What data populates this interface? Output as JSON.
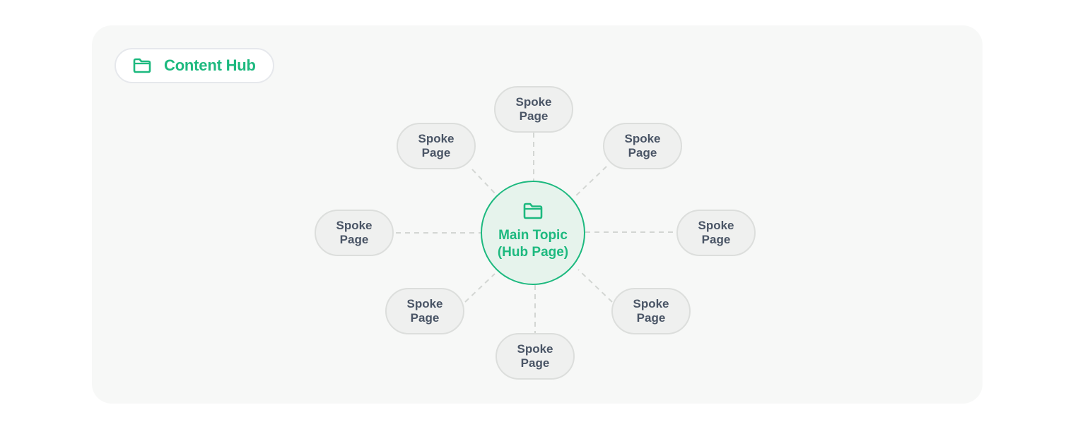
{
  "badge": {
    "label": "Content Hub",
    "icon": "folder-icon"
  },
  "hub": {
    "label": "Main Topic (Hub Page)",
    "icon": "folder-icon"
  },
  "spokes": [
    {
      "label": "Spoke Page"
    },
    {
      "label": "Spoke Page"
    },
    {
      "label": "Spoke Page"
    },
    {
      "label": "Spoke Page"
    },
    {
      "label": "Spoke Page"
    },
    {
      "label": "Spoke Page"
    },
    {
      "label": "Spoke Page"
    },
    {
      "label": "Spoke Page"
    }
  ],
  "colors": {
    "accent": "#1db97f",
    "hub_fill": "#e6f3ec",
    "spoke_fill": "#eff0ef",
    "spoke_text": "#4a5566",
    "connector": "#d3d6d3",
    "card_background": "#f7f8f7"
  }
}
